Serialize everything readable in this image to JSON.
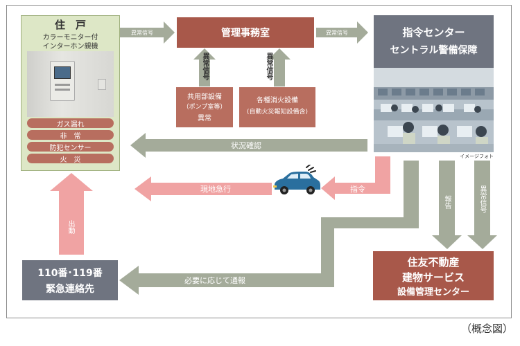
{
  "residence": {
    "title": "住　戸",
    "subtitle1": "カラーモニター付",
    "subtitle2": "インターホン親機",
    "alarms": [
      "ガス漏れ",
      "非　常",
      "防犯センサー",
      "火　災"
    ]
  },
  "management_office": {
    "label": "管理事務室"
  },
  "command_center": {
    "line1": "指令センター",
    "line2": "セントラル警備保障",
    "photo_caption": "イメージフォト"
  },
  "equipment": {
    "common": {
      "line1": "共用部設備",
      "line2": "（ポンプ室等）",
      "line3": "異常"
    },
    "fire": {
      "line1": "各種消火設備",
      "line2": "(自動火災報知設備含)"
    }
  },
  "emergency": {
    "line1": "110番･119番",
    "line2": "緊急連絡先"
  },
  "building_service": {
    "line1": "住友不動産",
    "line2": "建物サービス",
    "line3": "設備管理センター"
  },
  "arrows": {
    "abnormal_signal_1": "異常信号",
    "abnormal_signal_2": "異常信号",
    "abnormal_signal_v1": "異常信号",
    "abnormal_signal_v2": "異常信号",
    "status_check": "状況確認",
    "dispatch": "指令",
    "rush_to_site": "現地急行",
    "deploy": "出動",
    "report": "報告",
    "abnormal_signal_v3": "異常信号",
    "notify_as_needed": "必要に応じて通報"
  },
  "caption": "（概念図）",
  "colors": {
    "green_box": "#dde7c6",
    "green_border": "#9fb07e",
    "brown": "#a8584a",
    "brown_light": "#b86e5f",
    "gray_blue": "#6f7480",
    "gray_arrow": "#a4ab9a",
    "pink_arrow": "#f0a3a3"
  }
}
